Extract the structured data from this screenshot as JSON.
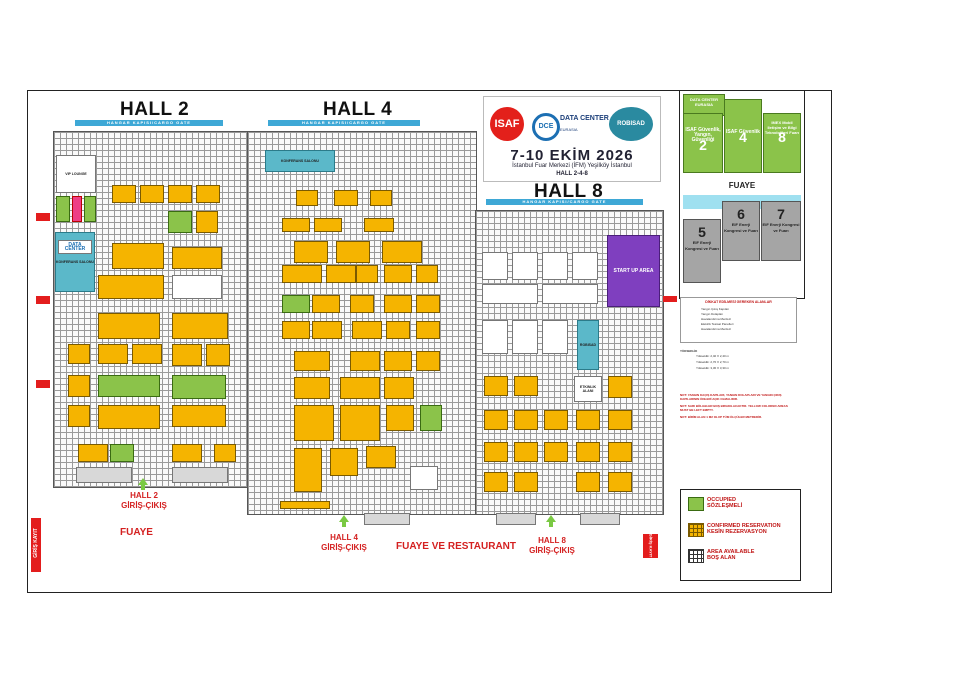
{
  "halls": {
    "h2": "HALL 2",
    "h4": "HALL 4",
    "h8": "HALL 8"
  },
  "gate_label": "HANGAR KAPISI/CARGO GATE",
  "header": {
    "dates": "7-10 EKİM 2026",
    "venue": "İstanbul Fuar Merkezi (İFM) Yeşilköy İstanbul",
    "halls": "HALL 2-4-8",
    "logos": {
      "isaf": "ISAF",
      "dce": "DATA CENTER",
      "dce_sub": "EURASIA",
      "robisad": "ROBISAD"
    }
  },
  "inset_map": {
    "cells": [
      {
        "label": "DATA CENTER EURASIA",
        "num": ""
      },
      {
        "label": "ISAF Güvenlik, Yangın, Güvenliği",
        "num": "2"
      },
      {
        "label": "ISAF Güvenlik",
        "num": "4"
      },
      {
        "label": "IMEX Mobil Iletişim ve Bilgi Teknolojileri Fuarı",
        "num": "8"
      }
    ],
    "foyer": "FUAYE",
    "lower": [
      {
        "label": "EIF Enerji Kongresi ve Fuarı",
        "num": "5"
      },
      {
        "label": "EIF Enerji Kongresi ve Fuarı",
        "num": "6"
      },
      {
        "label": "EIF Enerji Kongresi ve Fuarı",
        "num": "7"
      }
    ]
  },
  "areas": {
    "vip_lounge": "VIP LOUNGE",
    "konferans_2": "KONFERANS SALONU",
    "konferans_4": "KONFERANS SALONU",
    "start_up": "START UP AREA",
    "robisad": "ROBISAD",
    "etkinlik": "ETKINLIK ALANI",
    "dce_logo": "DATA CENTER"
  },
  "entrances": {
    "h2": [
      "HALL 2",
      "GİRİŞ-ÇIKIŞ"
    ],
    "h4": [
      "HALL 4",
      "GİRİŞ-ÇIKIŞ"
    ],
    "h8": [
      "HALL 8",
      "GİRİŞ-ÇIKIŞ"
    ]
  },
  "foyers": {
    "left": "FUAYE",
    "center": "FUAYE VE RESTAURANT"
  },
  "kayit": {
    "left": "GİRİŞ KAYIT",
    "right": "GİRİŞ KAYIT"
  },
  "side_panel": {
    "title": "DİKKAT EDİLMESİ GEREKEN ALANLAR",
    "items": [
      "Yangın Çıkış Kapıları",
      "Yangın Dolapları",
      "Havalandırma Menfezi",
      "Elektrik Tesisat Panelleri",
      "Havalandırma Menfezi"
    ],
    "heights_title": "YÜKSEKLİK",
    "heights": [
      "Yükseklik: 2,40 X 2,40 m",
      "Yükseklik: 2,70 X 2,70 m",
      "Yükseklik: 3,30 X 3,30 m"
    ],
    "notes": [
      "NOT: YANGIN KAÇIŞ KAPILARI, YANGIN DOLAPLARI VE YANGIN ÇIKIŞ KAPILARININ ÖNLERİ AÇIK OLMALIDIR.",
      "NOT: SARI BÖLGELER BOŞ BIRAKILACAKTIR. YELLOW COLORED AREAS MUST BE LEFT EMPTY.",
      "NOT: BİRİM ALAN 1 M2 OLUP TÜM ÖLÇÜLER METREDİR."
    ]
  },
  "legend": {
    "items": [
      {
        "line1": "OCCUPIED",
        "line2": "SÖZLEŞMELİ",
        "color": "#8bc34a"
      },
      {
        "line1": "CONFIRMED RESERVATION",
        "line2": "KESİN REZERVASYON",
        "color": "#f5b400"
      },
      {
        "line1": "AREA AVAILABLE",
        "line2": "BOŞ ALAN",
        "color": "#ffffff"
      }
    ]
  },
  "colors": {
    "reserved": "#f5b400",
    "occupied": "#8bc34a",
    "startup": "#7f3fbf",
    "gate": "#3ea8d6",
    "alert": "#e31d1d"
  }
}
